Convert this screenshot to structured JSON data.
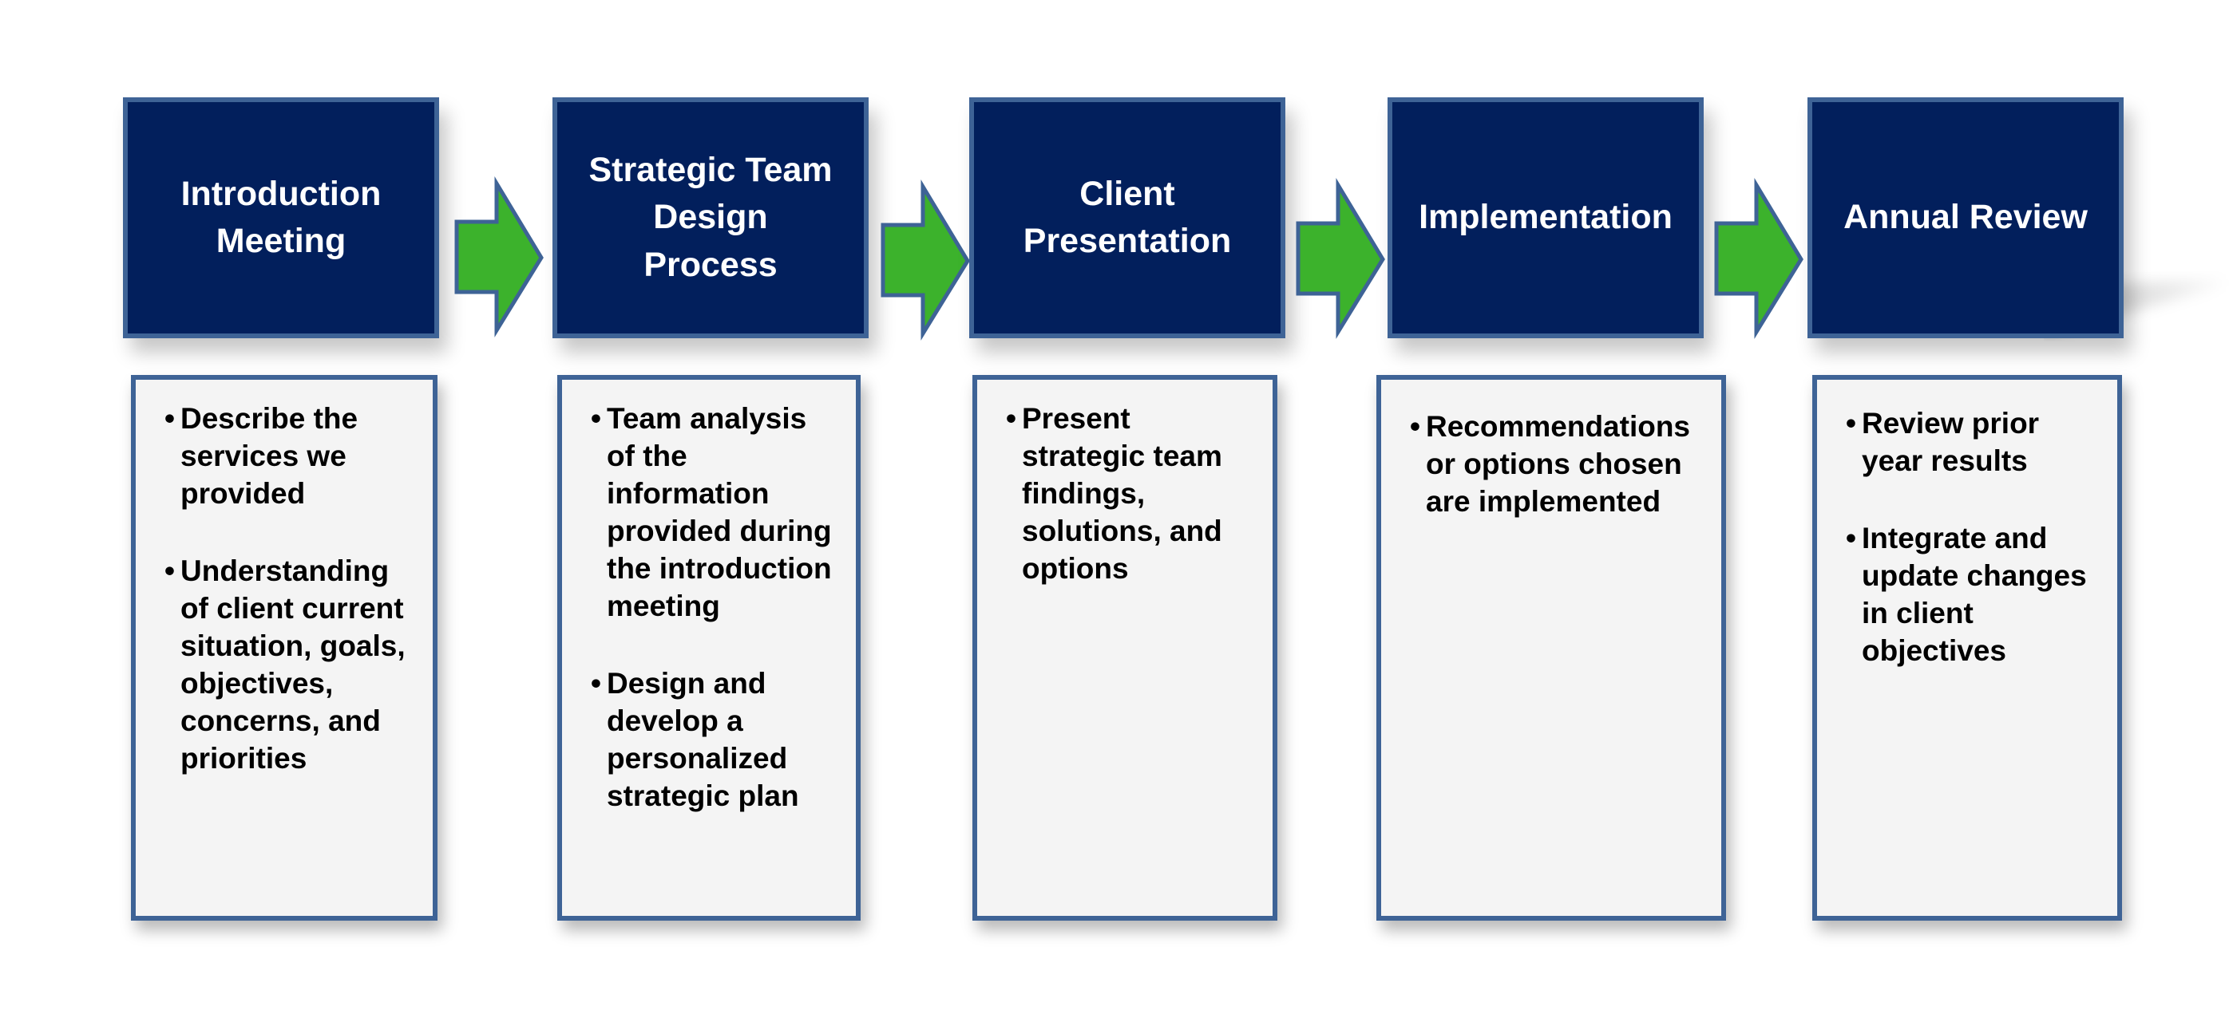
{
  "colors": {
    "header_fill": "#021f5c",
    "border": "#3e6396",
    "arrow_fill": "#3cb22c",
    "detail_fill": "#f4f4f4",
    "header_text": "#ffffff",
    "detail_text": "#000000"
  },
  "stages": [
    {
      "title_lines": [
        "Introduction",
        "Meeting"
      ],
      "bullets": [
        "Describe the services we provided",
        "Understanding of client current situation, goals, objectives, concerns, and priorities"
      ]
    },
    {
      "title_lines": [
        "Strategic Team",
        "Design",
        "Process"
      ],
      "bullets": [
        "Team analysis of the information provided during the introduction meeting",
        "Design and develop a personalized strategic plan"
      ]
    },
    {
      "title_lines": [
        "Client",
        "Presentation"
      ],
      "bullets": [
        "Present strategic team findings, solutions, and options"
      ]
    },
    {
      "title_lines": [
        "Implementation"
      ],
      "bullets": [
        "Recommendations or options chosen are implemented"
      ]
    },
    {
      "title_lines": [
        "Annual Review"
      ],
      "bullets": [
        "Review prior year results",
        "Integrate and update changes in client objectives"
      ]
    }
  ],
  "arrow_icon": "right-arrow-icon"
}
